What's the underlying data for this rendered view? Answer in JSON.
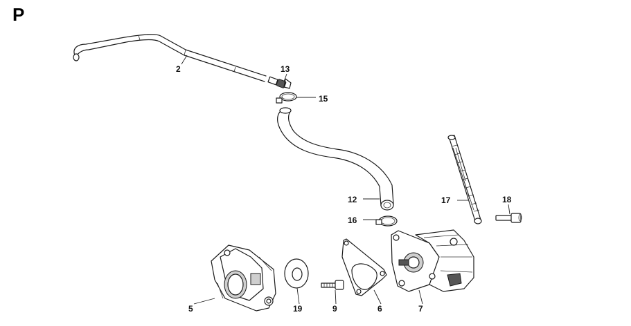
{
  "section_letter": "P",
  "callouts": [
    {
      "id": "c2",
      "label": "2"
    },
    {
      "id": "c13",
      "label": "13"
    },
    {
      "id": "c15",
      "label": "15"
    },
    {
      "id": "c12",
      "label": "12"
    },
    {
      "id": "c16",
      "label": "16"
    },
    {
      "id": "c17",
      "label": "17"
    },
    {
      "id": "c18",
      "label": "18"
    },
    {
      "id": "c5",
      "label": "5"
    },
    {
      "id": "c19",
      "label": "19"
    },
    {
      "id": "c9",
      "label": "9"
    },
    {
      "id": "c6",
      "label": "6"
    },
    {
      "id": "c7",
      "label": "7"
    }
  ]
}
